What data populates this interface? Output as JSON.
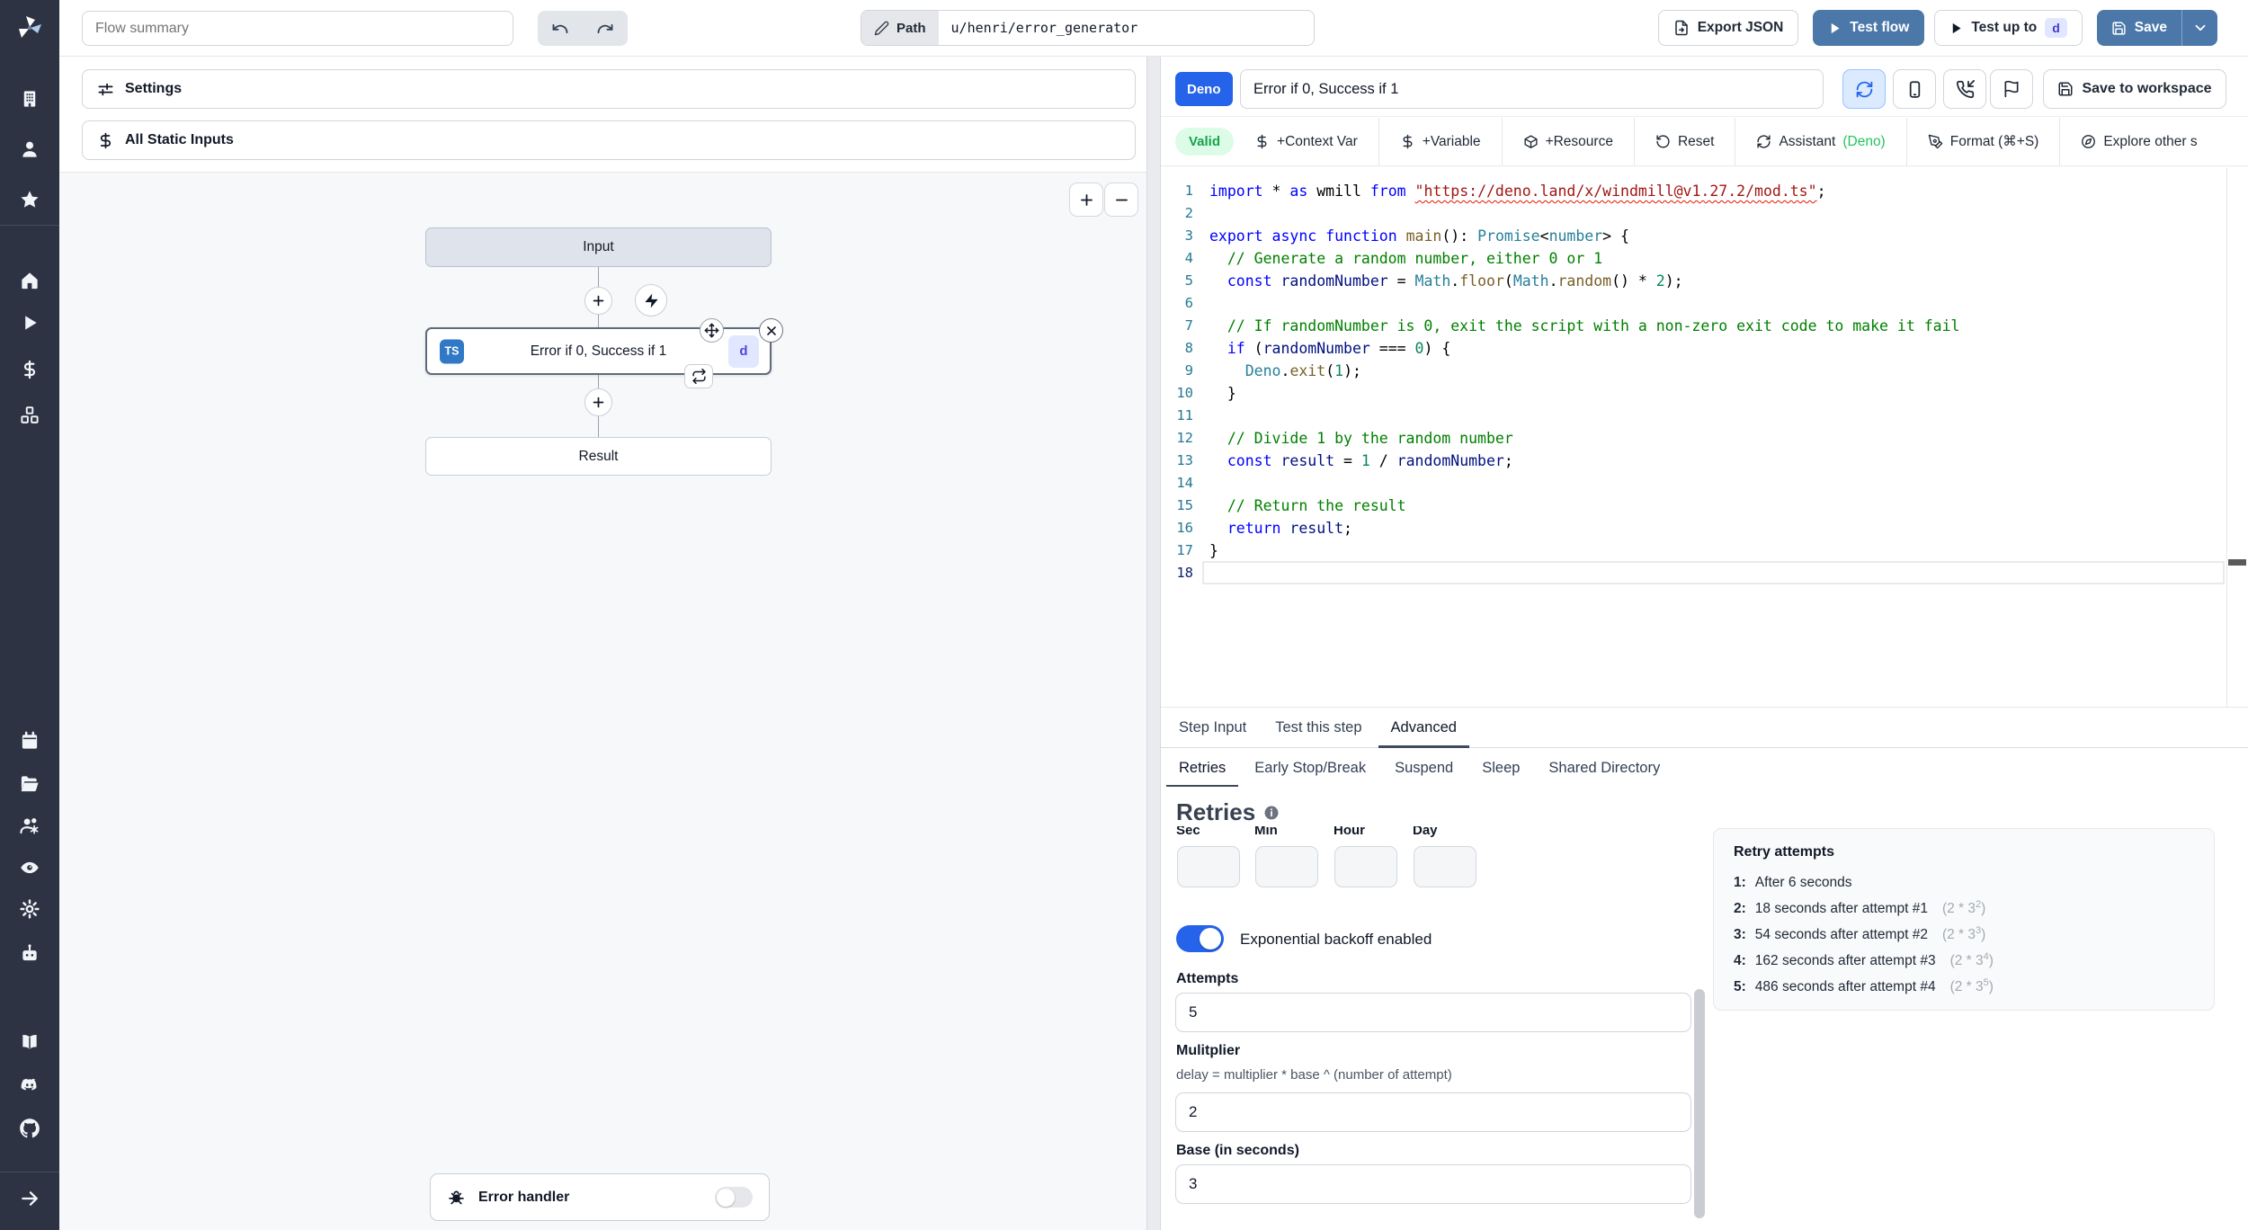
{
  "topbar": {
    "flow_summary_placeholder": "Flow summary",
    "path_label": "Path",
    "path_value": "u/henri/error_generator",
    "export_json_label": "Export JSON",
    "test_flow_label": "Test flow",
    "test_up_to_label": "Test up to",
    "test_up_to_badge": "d",
    "save_label": "Save"
  },
  "sidebar": {
    "icons": [
      "building",
      "user",
      "star",
      "home",
      "play",
      "dollar",
      "boxes",
      "calendar",
      "folder-open",
      "users-cog",
      "eye",
      "gear",
      "bot",
      "book-open",
      "discord",
      "github",
      "arrow-right"
    ]
  },
  "flow_panel": {
    "settings_label": "Settings",
    "all_static_inputs_label": "All Static Inputs",
    "zoom_in": "+",
    "zoom_out": "−",
    "input_node_label": "Input",
    "step_node": {
      "lang_badge": "TS",
      "label": "Error if 0, Success if 1",
      "id_badge": "d"
    },
    "result_node_label": "Result",
    "error_handler_label": "Error handler"
  },
  "editor": {
    "lang_badge": "Deno",
    "step_name": "Error if 0, Success if 1",
    "save_to_workspace_label": "Save to workspace",
    "valid_badge": "Valid",
    "toolbar": [
      {
        "icon": "dollar",
        "label": "+Context Var"
      },
      {
        "icon": "dollar",
        "label": "+Variable"
      },
      {
        "icon": "package",
        "label": "+Resource"
      },
      {
        "icon": "rotate-ccw",
        "label": "Reset"
      },
      {
        "icon": "refresh-cw",
        "label": "Assistant ",
        "suffix": "(Deno)"
      },
      {
        "icon": "pen",
        "label": "Format (⌘+S)"
      },
      {
        "icon": "compass",
        "label": "Explore other s"
      }
    ],
    "code": {
      "current_line": 18,
      "lines": [
        [
          [
            "k",
            "import"
          ],
          [
            "p",
            " * "
          ],
          [
            "k",
            "as"
          ],
          [
            "p",
            " wmill "
          ],
          [
            "k",
            "from"
          ],
          [
            "p",
            " "
          ],
          [
            "u",
            "\"https://deno.land/x/windmill@v1.27.2/mod.ts\""
          ],
          [
            "p",
            ";"
          ]
        ],
        [],
        [
          [
            "k",
            "export"
          ],
          [
            "p",
            " "
          ],
          [
            "k",
            "async"
          ],
          [
            "p",
            " "
          ],
          [
            "k",
            "function"
          ],
          [
            "p",
            " "
          ],
          [
            "f",
            "main"
          ],
          [
            "p",
            "(): "
          ],
          [
            "t",
            "Promise"
          ],
          [
            "p",
            "<"
          ],
          [
            "t",
            "number"
          ],
          [
            "p",
            "> {"
          ]
        ],
        [
          [
            "p",
            "  "
          ],
          [
            "c",
            "// Generate a random number, either 0 or 1"
          ]
        ],
        [
          [
            "p",
            "  "
          ],
          [
            "k",
            "const"
          ],
          [
            "p",
            " "
          ],
          [
            "v",
            "randomNumber"
          ],
          [
            "p",
            " = "
          ],
          [
            "t",
            "Math"
          ],
          [
            "p",
            "."
          ],
          [
            "f",
            "floor"
          ],
          [
            "p",
            "("
          ],
          [
            "t",
            "Math"
          ],
          [
            "p",
            "."
          ],
          [
            "f",
            "random"
          ],
          [
            "p",
            "() * "
          ],
          [
            "n",
            "2"
          ],
          [
            "p",
            ");"
          ]
        ],
        [],
        [
          [
            "p",
            "  "
          ],
          [
            "c",
            "// If randomNumber is 0, exit the script with a non-zero exit code to make it fail"
          ]
        ],
        [
          [
            "p",
            "  "
          ],
          [
            "k",
            "if"
          ],
          [
            "p",
            " ("
          ],
          [
            "v",
            "randomNumber"
          ],
          [
            "p",
            " === "
          ],
          [
            "n",
            "0"
          ],
          [
            "p",
            ") {"
          ]
        ],
        [
          [
            "p",
            "    "
          ],
          [
            "t",
            "Deno"
          ],
          [
            "p",
            "."
          ],
          [
            "f",
            "exit"
          ],
          [
            "p",
            "("
          ],
          [
            "n",
            "1"
          ],
          [
            "p",
            ");"
          ]
        ],
        [
          [
            "p",
            "  }"
          ]
        ],
        [],
        [
          [
            "p",
            "  "
          ],
          [
            "c",
            "// Divide 1 by the random number"
          ]
        ],
        [
          [
            "p",
            "  "
          ],
          [
            "k",
            "const"
          ],
          [
            "p",
            " "
          ],
          [
            "v",
            "result"
          ],
          [
            "p",
            " = "
          ],
          [
            "n",
            "1"
          ],
          [
            "p",
            " / "
          ],
          [
            "v",
            "randomNumber"
          ],
          [
            "p",
            ";"
          ]
        ],
        [],
        [
          [
            "p",
            "  "
          ],
          [
            "c",
            "// Return the result"
          ]
        ],
        [
          [
            "p",
            "  "
          ],
          [
            "k",
            "return"
          ],
          [
            "p",
            " "
          ],
          [
            "v",
            "result"
          ],
          [
            "p",
            ";"
          ]
        ],
        [
          [
            "p",
            "}"
          ]
        ],
        []
      ]
    }
  },
  "tabs": {
    "items": [
      {
        "label": "Step Input",
        "active": false
      },
      {
        "label": "Test this step",
        "active": false
      },
      {
        "label": "Advanced",
        "active": true
      }
    ]
  },
  "subtabs": {
    "items": [
      {
        "label": "Retries",
        "active": true
      },
      {
        "label": "Early Stop/Break",
        "active": false
      },
      {
        "label": "Suspend",
        "active": false
      },
      {
        "label": "Sleep",
        "active": false
      },
      {
        "label": "Shared Directory",
        "active": false
      }
    ]
  },
  "retries": {
    "title": "Retries",
    "time_labels": [
      "Sec",
      "Min",
      "Hour",
      "Day"
    ],
    "backoff_toggle_label": "Exponential backoff enabled",
    "backoff_enabled": true,
    "attempts_label": "Attempts",
    "attempts_value": "5",
    "multiplier_label": "Mulitplier",
    "multiplier_help": "delay = multiplier * base ^ (number of attempt)",
    "multiplier_value": "2",
    "base_label": "Base (in seconds)",
    "base_value": "3",
    "retry_attempts": {
      "title": "Retry attempts",
      "items": [
        {
          "n": "1:",
          "text": "After 6 seconds",
          "formula": "",
          "exp": ""
        },
        {
          "n": "2:",
          "text": "18 seconds after attempt #1",
          "formula": "(2 * 3",
          "exp": "2"
        },
        {
          "n": "3:",
          "text": "54 seconds after attempt #2",
          "formula": "(2 * 3",
          "exp": "3"
        },
        {
          "n": "4:",
          "text": "162 seconds after attempt #3",
          "formula": "(2 * 3",
          "exp": "4"
        },
        {
          "n": "5:",
          "text": "486 seconds after attempt #4",
          "formula": "(2 * 3",
          "exp": "5"
        }
      ]
    }
  },
  "colors": {
    "accent_blue": "#4b78a9",
    "deno_badge": "#2563eb",
    "ts_badge": "#3178c6",
    "valid_green": "#16a34a",
    "toggle_on": "#2563eb",
    "sidebar_bg": "#2d3342"
  }
}
